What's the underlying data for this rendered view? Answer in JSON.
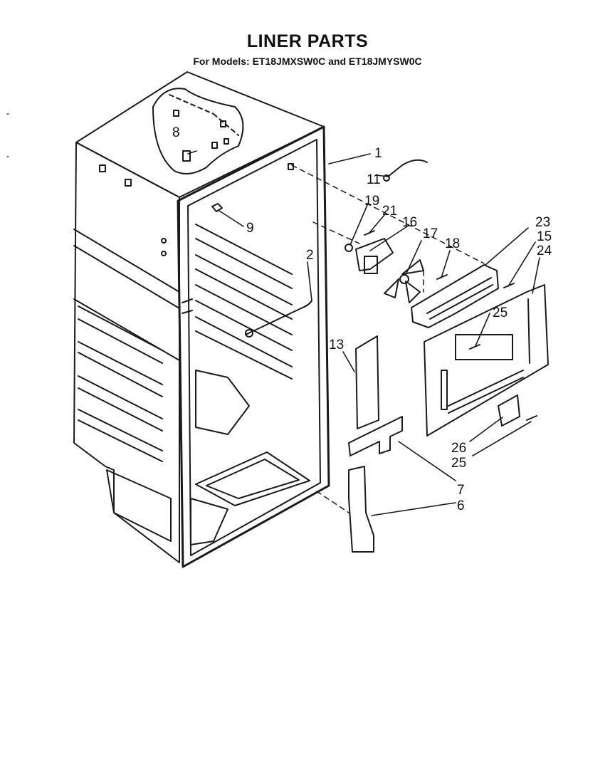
{
  "header": {
    "title": "LINER PARTS",
    "subtitle": "For Models: ET18JMXSW0C and ET18JMYSW0C"
  },
  "callouts": {
    "c1": "1",
    "c2": "2",
    "c6": "6",
    "c7": "7",
    "c8": "8",
    "c9": "9",
    "c11": "11",
    "c13": "13",
    "c15": "15",
    "c16": "16",
    "c17": "17",
    "c18": "18",
    "c19": "19",
    "c21": "21",
    "c23": "23",
    "c24": "24",
    "c25a": "25",
    "c25b": "25",
    "c26": "26"
  }
}
